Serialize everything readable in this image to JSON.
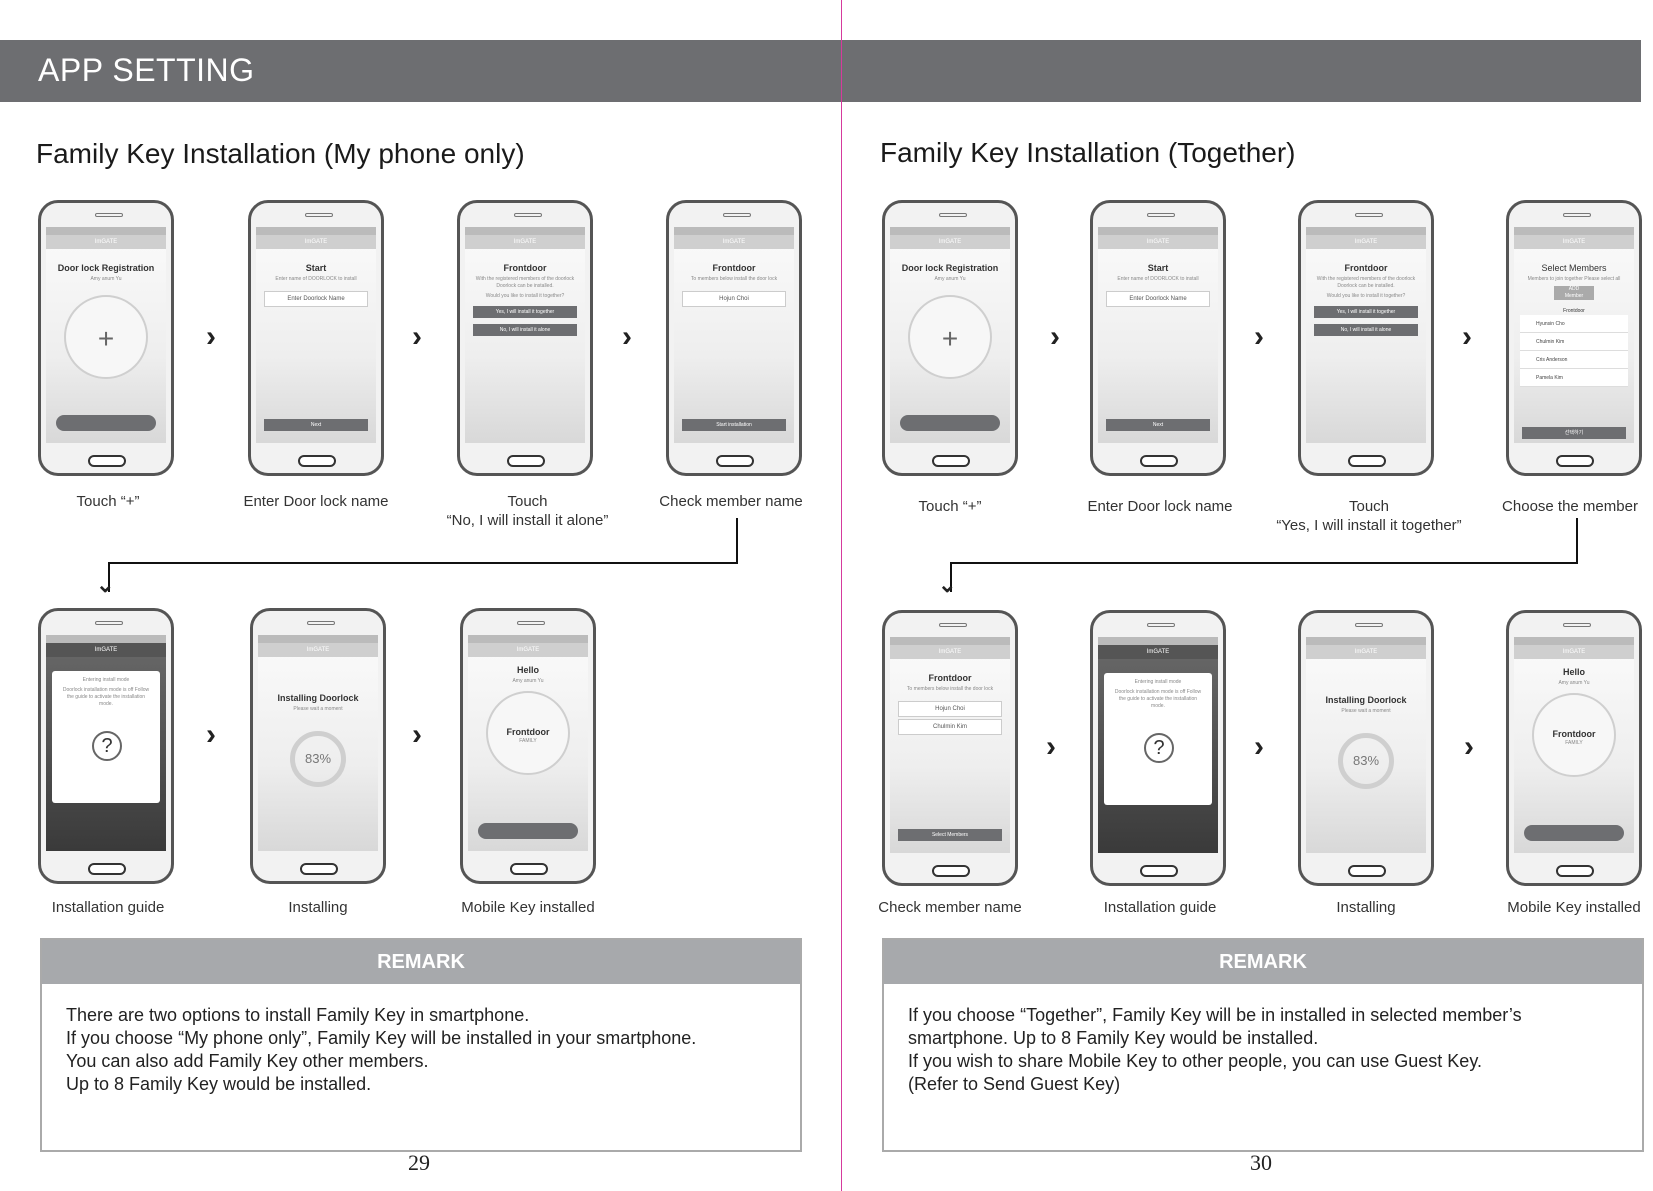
{
  "header": {
    "title": "APP SETTING"
  },
  "left": {
    "title": "Family Key Installation (My phone only)",
    "row1_captions": [
      "Touch “+”",
      "Enter Door lock name",
      "Touch\n“No, I will install it alone”",
      "Check member name"
    ],
    "row2_captions": [
      "Installation guide",
      "Installing",
      "Mobile Key installed"
    ],
    "remark": {
      "title": "REMARK",
      "lines": [
        "There are two options to install Family Key in smartphone.",
        "If you choose “My phone only”, Family Key will be installed in your smartphone.",
        "You can also add Family Key other members.",
        "Up to 8 Family Key would be installed."
      ]
    },
    "page_number": "29"
  },
  "right": {
    "title": "Family Key Installation (Together)",
    "row1_captions": [
      "Touch “+”",
      "Enter Door lock name",
      "Touch\n“Yes, I will install it together”",
      "Choose the member"
    ],
    "row2_captions": [
      "Check member name",
      "Installation guide",
      "Installing",
      "Mobile Key installed"
    ],
    "remark": {
      "title": "REMARK",
      "lines": [
        "If you choose “Together”, Family Key will be in installed in selected member’s",
        "smartphone. Up to 8 Family Key would be installed.",
        "If you wish to share Mobile Key to other people, you can use Guest Key.",
        "(Refer to Send Guest Key)"
      ]
    },
    "page_number": "30"
  },
  "screens": {
    "registration_title": "Door lock Registration",
    "registration_sub": "Amy anum Yu",
    "plus": "+",
    "start_title": "Start",
    "start_sub": "Enter name of DOORLOCK to install",
    "start_placeholder": "Enter Doorlock Name",
    "next_btn": "Next",
    "frontdoor_title": "Frontdoor",
    "frontdoor_sub": "With the registered members of the doorlock Doorlock can be installed.",
    "install_question": "Would you like to install it together?",
    "yes_together": "Yes, I will install it together",
    "no_alone": "No, I will install it alone",
    "members_below": "To members below install the door lock",
    "member_hojun": "Hojun Choi",
    "member_chulmin": "Chulmin Kim",
    "start_installation": "Start installation",
    "select_members_title": "Select Members",
    "select_members_sub": "Members to join together Please select all",
    "add_member": "ADD Member",
    "member_list": [
      "Hyunsin Cho",
      "Chulmin Kim",
      "Cris Anderson",
      "Pamela Kim"
    ],
    "select_btn": "선택하기",
    "select_members_btn": "Select Members",
    "installing_title": "Installing Doorlock",
    "installing_sub": "Please wait a moment",
    "percent": "83%",
    "guide_title": "Entering install mode",
    "guide_sub": "Doorlock installation mode is off Follow the guide to activate the installation mode.",
    "question": "?",
    "hello": "Hello",
    "hello_sub": "Amy anum Yu",
    "family": "FAMILY",
    "nav_title": "ImGATE"
  }
}
